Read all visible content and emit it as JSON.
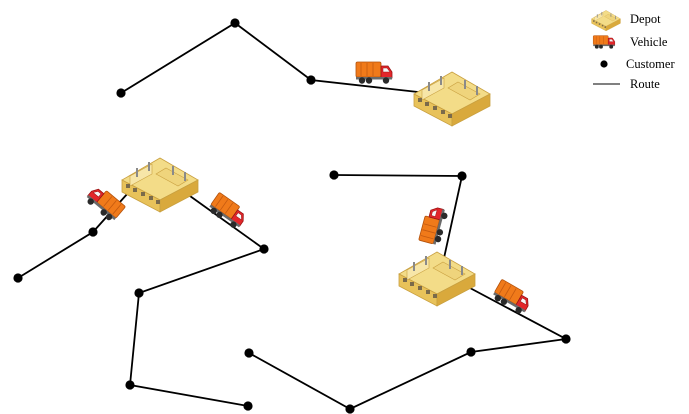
{
  "legend": {
    "depot_label": "Depot",
    "vehicle_label": "Vehicle",
    "customer_label": "Customer",
    "route_label": "Route"
  },
  "colors": {
    "route": "#000000",
    "customer": "#000000",
    "depot_top": "#f3dc88",
    "depot_front": "#e8c25a",
    "depot_side": "#d9a93c",
    "vehicle_body": "#f07a1a",
    "vehicle_cab": "#e3262a"
  },
  "icons": {
    "depot": "warehouse-icon",
    "vehicle": "truck-icon",
    "customer": "dot-icon",
    "route": "line-icon"
  }
}
